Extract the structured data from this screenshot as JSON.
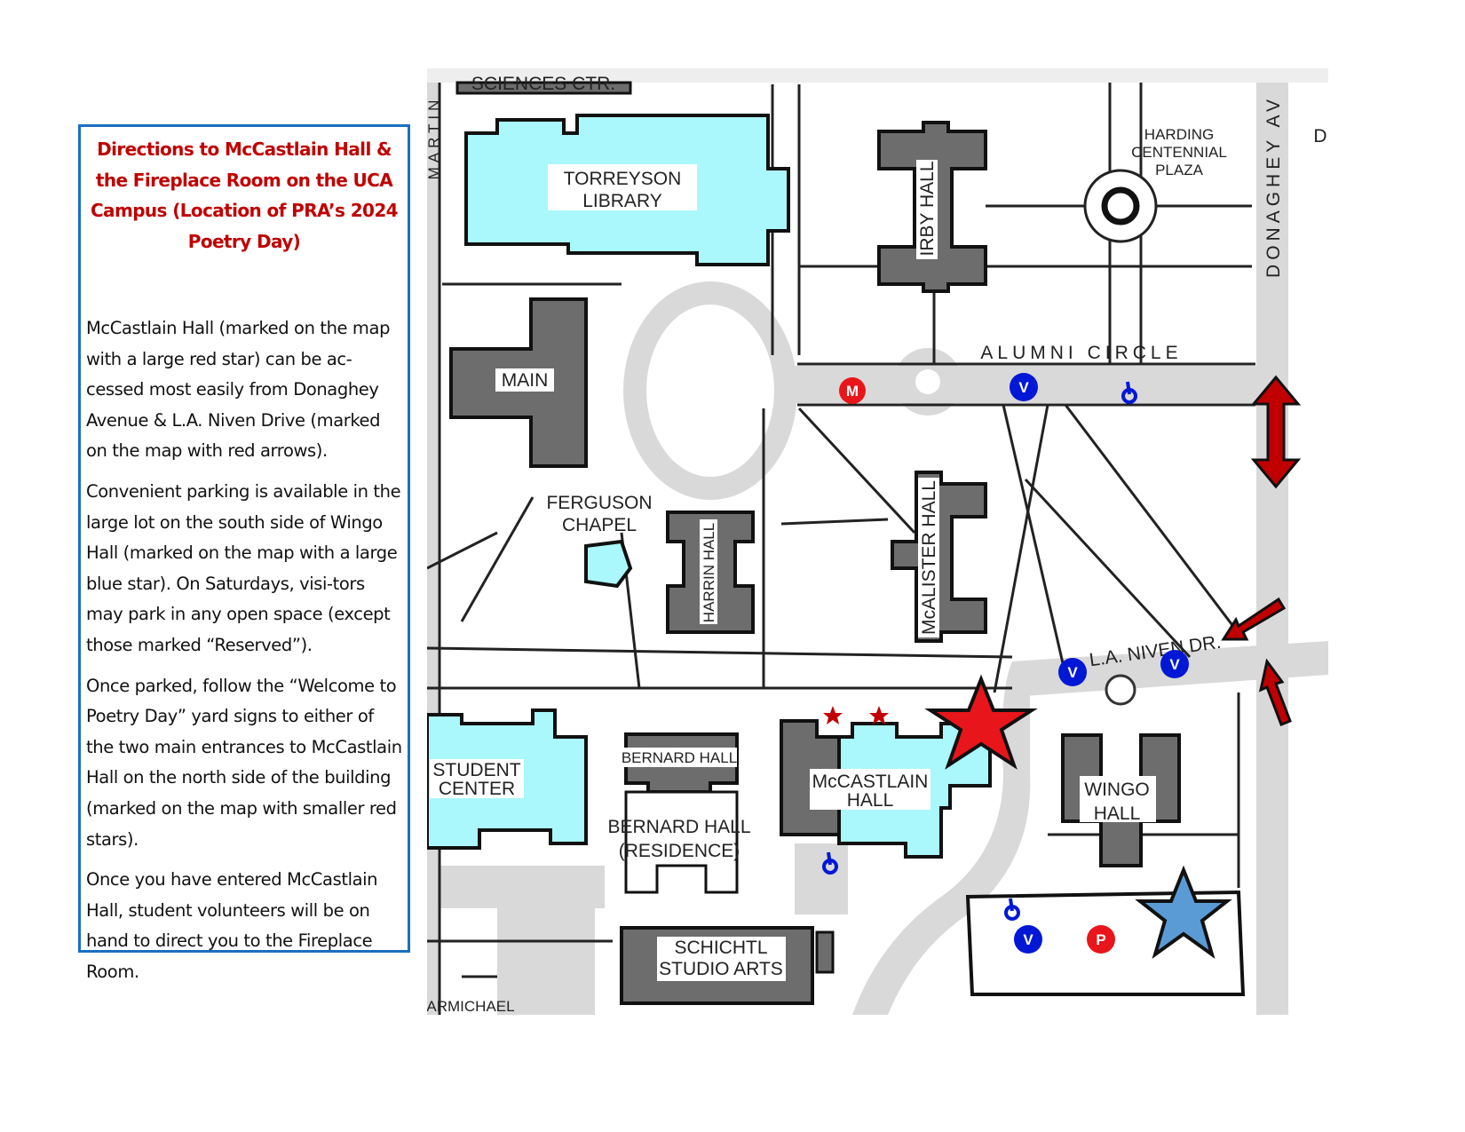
{
  "directions": {
    "title": "Directions to McCastlain Hall & the Fireplace Room on the UCA Campus (Location of PRA’s 2024 Poetry Day)",
    "paragraphs": [
      "McCastlain Hall (marked on the map with a large red star) can be ac-cessed most easily from  Donaghey Avenue & L.A. Niven Drive (marked on the map with red arrows).",
      "Convenient parking is available in the large lot on the south side of Wingo Hall (marked on the map with a large blue star). On Saturdays, visi-tors may park in any open space (except those marked “Reserved”).",
      "Once parked, follow the “Welcome to Poetry Day” yard signs to either of the two main entrances to McCastlain Hall on the north side of the building (marked on the map with smaller red stars).",
      "Once you have entered McCastlain Hall, student volunteers will be on hand to direct you to the Fireplace Room."
    ]
  },
  "map": {
    "buildings": {
      "torreyson": [
        "TORREYSON",
        "LIBRARY"
      ],
      "irby": "IRBY HALL",
      "main": "MAIN",
      "ferguson": [
        "FERGUSON",
        "CHAPEL"
      ],
      "harrin": "HARRIN HALL",
      "mcalister": "McALISTER HALL",
      "student_center": [
        "STUDENT",
        "CENTER"
      ],
      "bernard": "BERNARD HALL",
      "bernard_res": [
        "BERNARD HALL",
        "(RESIDENCE)"
      ],
      "mccastlain": [
        "McCASTLAIN",
        "HALL"
      ],
      "wingo": [
        "WINGO",
        "HALL"
      ],
      "schichtl": [
        "SCHICHTL",
        "STUDIO ARTS"
      ],
      "sciences": "SCIENCES CTR.",
      "harding": [
        "HARDING",
        "CENTENNIAL",
        "PLAZA"
      ],
      "carmichael": "ARMICHAEL"
    },
    "streets": {
      "alumni": "ALUMNI CIRCLE",
      "niven": "L.A. NIVEN DR.",
      "donaghey": "DONAGHEY AV",
      "martin": "MARTIN",
      "edge_d": "D"
    },
    "markers": {
      "m": "M",
      "v": "V",
      "p": "P"
    },
    "colors": {
      "accent_red": "#e8161b",
      "star_blue": "#5b9bd5",
      "building_gray": "#6d6d6d",
      "building_cyan": "#aaf8fb",
      "road": "#d9d9d9",
      "marker_blue": "#0018d6",
      "border_blue": "#1a6fc0",
      "title_red": "#c00000"
    }
  }
}
